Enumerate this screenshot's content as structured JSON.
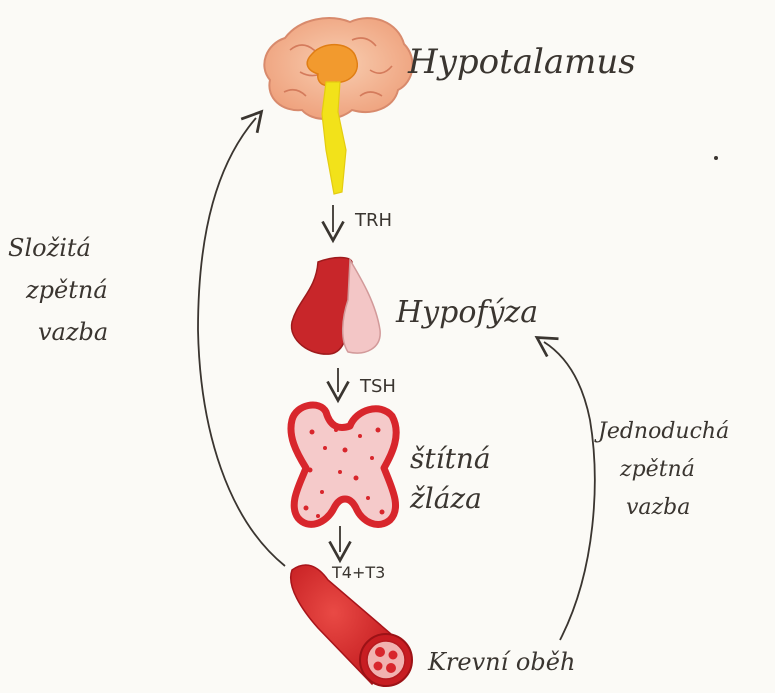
{
  "labels": {
    "hypothalamus": "Hypotalamus",
    "trh": "TRH",
    "pituitary": "Hypofýza",
    "tsh": "TSH",
    "thyroid_line1": "štítná",
    "thyroid_line2": "žláza",
    "t4t3": "T4+T3",
    "circulation": "Krevní oběh",
    "complex_feedback_line1": "Složitá",
    "complex_feedback_line2": "zpětná",
    "complex_feedback_line3": "vazba",
    "simple_feedback_line1": "Jednoduchá",
    "simple_feedback_line2": "zpětná",
    "simple_feedback_line3": "vazba"
  },
  "colors": {
    "brain": "#f2b48f",
    "hypothalamus": "#f29a2e",
    "stalk": "#f2e21a",
    "pituitary_dark": "#c8262a",
    "pituitary_light": "#f3c6c6",
    "thyroid": "#d8262c",
    "thyroid_fill": "#f5caca",
    "vessel": "#d21f23",
    "ink": "#3a3530"
  }
}
